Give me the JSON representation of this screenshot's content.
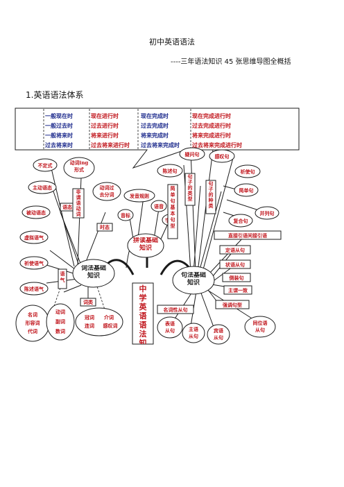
{
  "document": {
    "title": "初中英语语法",
    "subtitle": "----三年语法知识 45 张思维导图全概括",
    "section_heading": "1.英语语法体系"
  },
  "mindmap": {
    "tense_table": [
      [
        "一般现在时",
        "现在进行时",
        "现在完成时",
        "现在完成进行时"
      ],
      [
        "一般过去时",
        "过去进行时",
        "过去完成时",
        "过去完成进行时"
      ],
      [
        "一般将来时",
        "将来进行时",
        "将来完成时",
        "将来完成进行时"
      ],
      [
        "过去将来时",
        "过去将来进行时",
        "过去将来完成时",
        "过去将来完成进行时"
      ]
    ],
    "center": "中学英语语法知识体系",
    "hub_reading": "拼读基础知识",
    "hub_word": "词法基础知识",
    "hub_syntax": "句法基础知识",
    "reading_items": [
      "发音规则",
      "音标",
      "语音",
      "字母"
    ],
    "word_top": [
      "不定式",
      "动词ing形式",
      "主动语态",
      "动词过去分词",
      "被动语态",
      "虚拟语气",
      "祈使语气",
      "陈述语气"
    ],
    "word_boxes": [
      "语态",
      "非谓语动词",
      "时态",
      "语气",
      "词类"
    ],
    "word_bottom": [
      "名词",
      "形容词",
      "代词",
      "动词",
      "副词",
      "数词",
      "冠词",
      "介词",
      "连词",
      "感叹词"
    ],
    "syntax_top": [
      "陈述句",
      "疑问句",
      "感叹句",
      "祈使句"
    ],
    "syntax_vertical": [
      "简单句基本句型",
      "句子的类型",
      "句子的种类"
    ],
    "syntax_right": [
      "简单句",
      "并列句",
      "复合句"
    ],
    "syntax_boxes": [
      "直接引语间接引语",
      "定语从句",
      "状语从句",
      "倒装句",
      "主谓一致",
      "强调句型",
      "名词性从句"
    ],
    "syntax_bottom": [
      "表语从句",
      "主语从句",
      "宾语从句",
      "同位语从句"
    ],
    "colors": {
      "red": "#c0141b",
      "blue": "#1c2a8c",
      "ink": "#1a1a1a"
    }
  }
}
